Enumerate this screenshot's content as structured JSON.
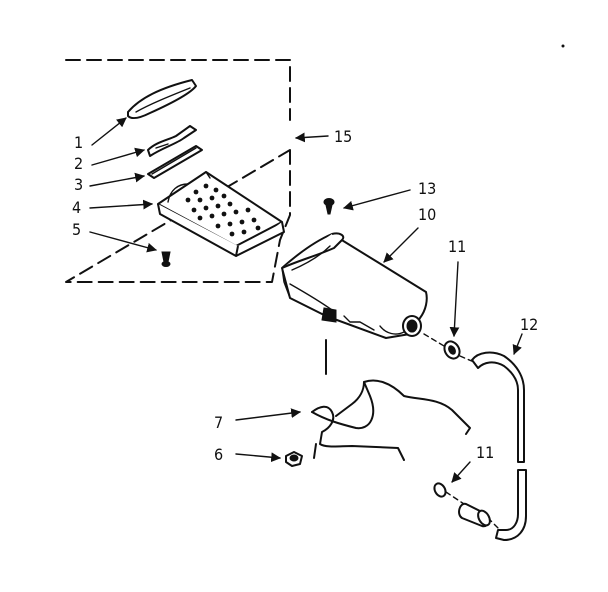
{
  "callouts": {
    "c1": "1",
    "c2": "2",
    "c3": "3",
    "c4": "4",
    "c5": "5",
    "c6": "6",
    "c7": "7",
    "c10": "10",
    "c11a": "11",
    "c11b": "11",
    "c12": "12",
    "c13": "13",
    "c15": "15"
  }
}
